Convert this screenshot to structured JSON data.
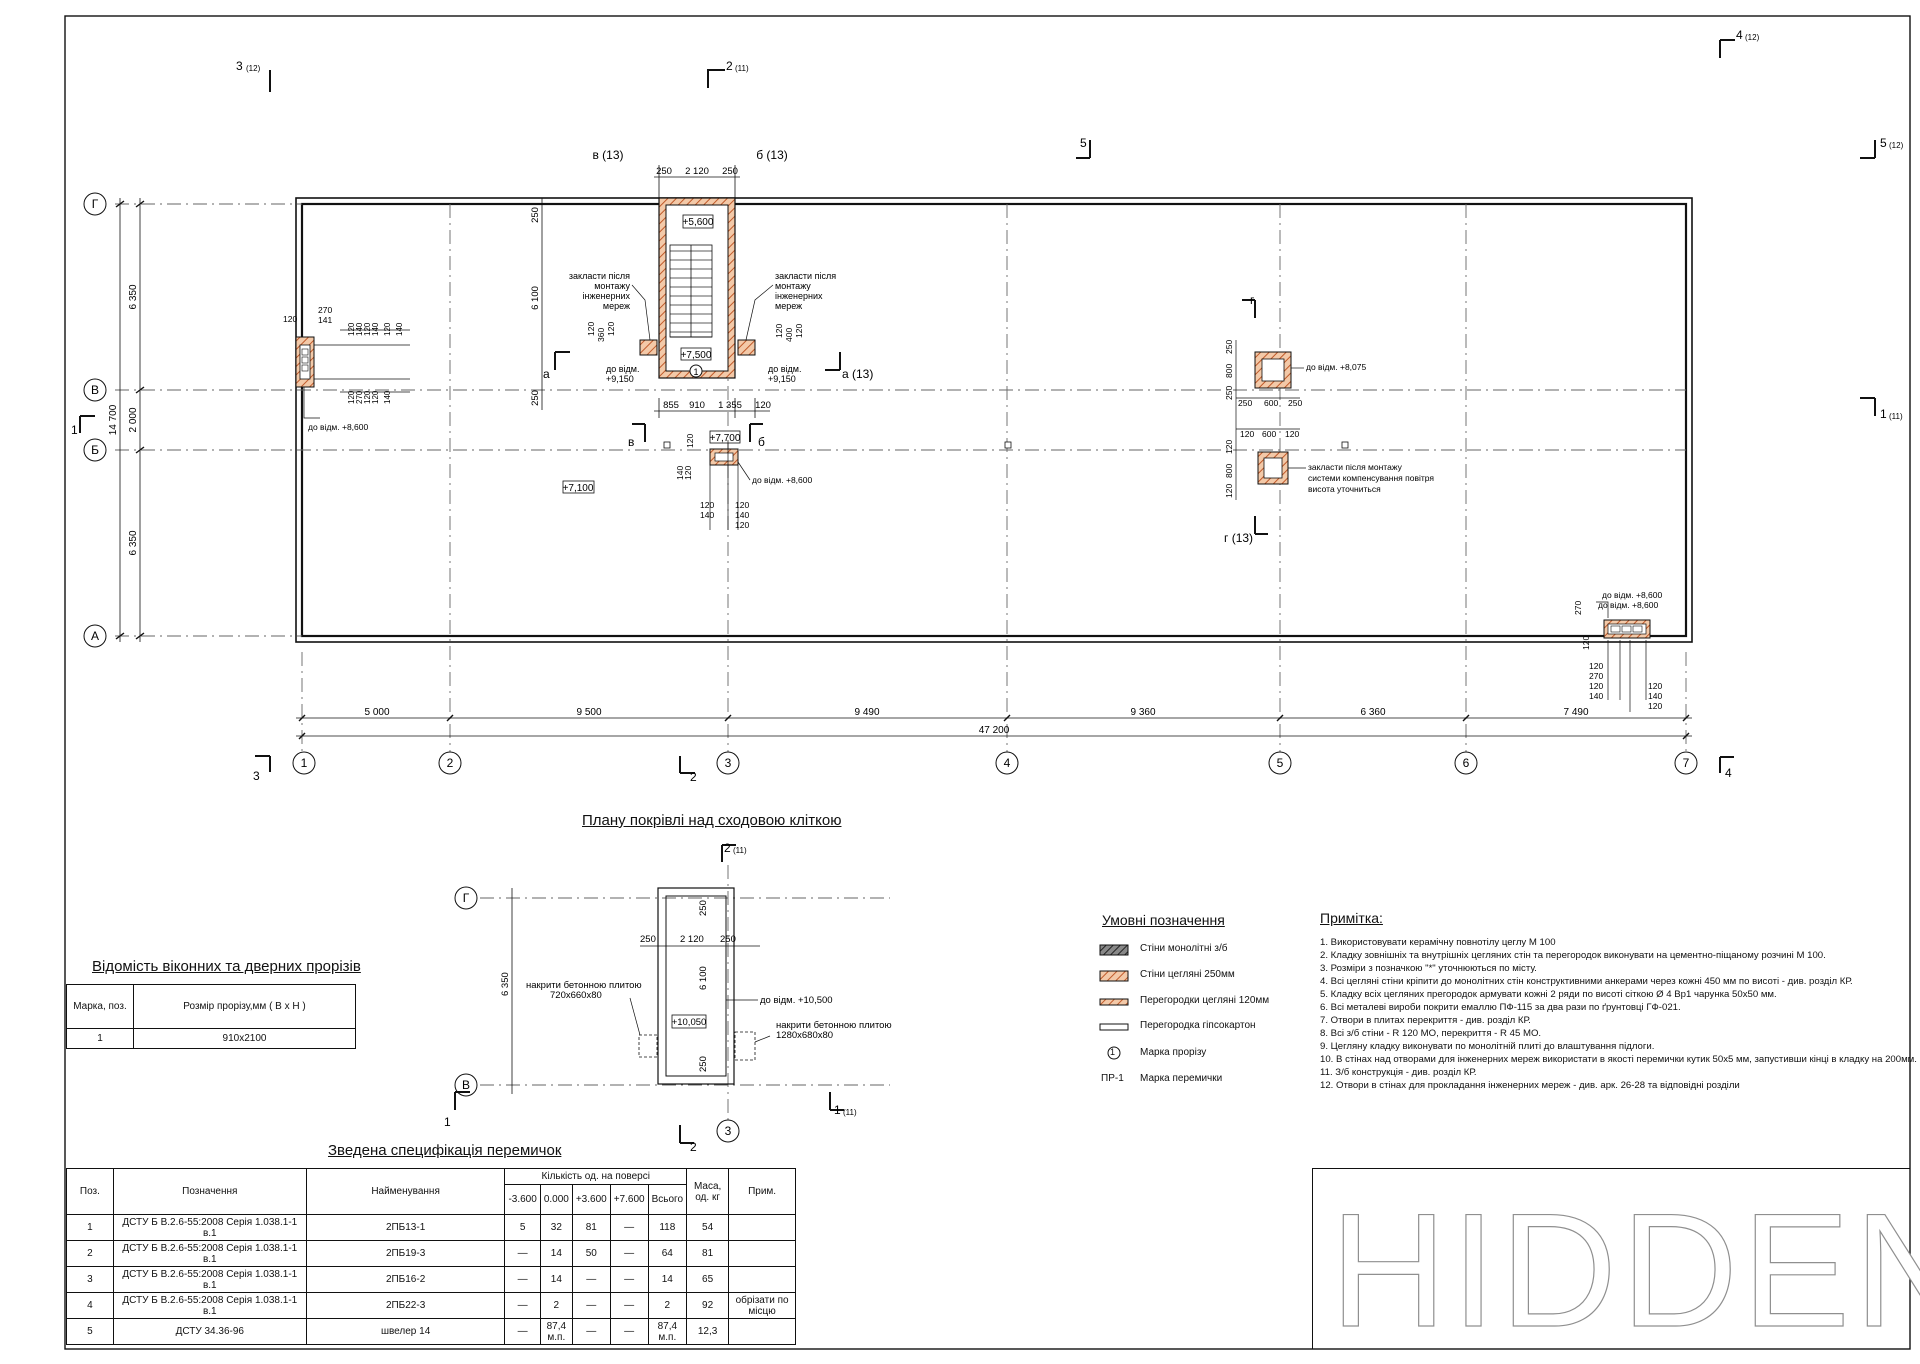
{
  "plan": {
    "grid_cols": [
      "1",
      "2",
      "3",
      "4",
      "5",
      "6",
      "7"
    ],
    "grid_rows": [
      "Г",
      "В",
      "Б",
      "А"
    ],
    "dims_bottom": [
      "5 000",
      "9 500",
      "9 490",
      "9 360",
      "6 360",
      "7 490"
    ],
    "dim_total": "47 200",
    "dims_left": [
      "6 350",
      "2 000",
      "6 350"
    ],
    "dim_left_total": "14 700",
    "section_marks": {
      "s3_top": "3",
      "s3_top_ref": "(12)",
      "s2_top": "2",
      "s2_top_ref": "(11)",
      "s4_top": "4",
      "s4_top_ref": "(12)",
      "s5_left": "5",
      "s5_right": "5",
      "s5_right_ref": "(12)",
      "s1_left": "1",
      "s1_right": "1",
      "s1_right_ref": "(11)",
      "s3_bot": "3",
      "s2_bot": "2",
      "s4_bot": "4"
    },
    "node_marks": {
      "v13": "в (13)",
      "b13": "б (13)",
      "a13": "а (13)",
      "g13": "г (13)",
      "a_small": "а",
      "v_small": "в",
      "b_small": "б",
      "g_small": "г"
    },
    "stair": {
      "dims_top": [
        "250",
        "2 120",
        "250"
      ],
      "dim_left_top": "250",
      "dim_left_mid": "6 100",
      "dim_left_bot": "250",
      "level_top": "+5,600",
      "level_mid": "+7,500",
      "mark": "1",
      "note_left": [
        "закласти після",
        "монтажу",
        "інженерних",
        "мереж"
      ],
      "note_right": [
        "закласти після",
        "монтажу",
        "інженерних",
        "мереж"
      ],
      "level_left": [
        "до відм.",
        "+9,150"
      ],
      "level_right": [
        "до відм.",
        "+9,150"
      ],
      "dims_bottom": [
        "855",
        "910",
        "1 355",
        "120"
      ],
      "left_small_dims": [
        "120",
        "360",
        "120"
      ],
      "right_small_dims": [
        "120",
        "400",
        "120"
      ]
    },
    "levels": {
      "roof": "+7,100",
      "stair_below": "+7,700",
      "vent_left": "до відм. +8,600",
      "vent_mid": "до відм. +8,600",
      "vent_right": "до відм. +8,600",
      "shaft_top": "до відм. +8,075"
    },
    "vent_left_dims": {
      "top": [
        "270",
        "141"
      ],
      "left": "120",
      "stack_top": [
        "120",
        "140",
        "120",
        "140",
        "120",
        "140"
      ],
      "stack_bot": [
        "120",
        "270",
        "120",
        "120",
        "140"
      ]
    },
    "vent_mid_dims": {
      "left": [
        "140",
        "120"
      ],
      "side": "120",
      "bottom": [
        "120",
        "120",
        "140",
        "140",
        "120"
      ]
    },
    "vent_right_dims": {
      "left": [
        "270",
        "120"
      ],
      "stack": [
        "120",
        "270",
        "120",
        "140"
      ],
      "stack2": [
        "120",
        "140",
        "120"
      ]
    },
    "shafts": {
      "dims_top": [
        "250",
        "800",
        "250"
      ],
      "dims_mid": [
        "250",
        "600",
        "250"
      ],
      "dims_mid2": [
        "120",
        "600",
        "120"
      ],
      "dims_bot": [
        "120",
        "800",
        "120"
      ],
      "note": [
        "закласти після монтажу",
        "системи компенсування повітря",
        "висота уточниться"
      ]
    }
  },
  "roof_plan": {
    "title": "Плану покрівлі над сходовою кліткою",
    "rows": [
      "Г",
      "В"
    ],
    "col": "3",
    "section_top": "2",
    "section_top_ref": "(11)",
    "section_left": "1",
    "section_right": "1",
    "section_right_ref": "(11)",
    "section_bot": "2",
    "dims_top": [
      "250",
      "2 120",
      "250"
    ],
    "dim_left": "6 350",
    "dim_mid": "6 100",
    "dim_top_v": "250",
    "dim_bot_v": "250",
    "level": "+10,050",
    "level_label": "до відм. +10,500",
    "note_left": [
      "накрити бетонною плитою",
      "720х660х80"
    ],
    "note_right": [
      "накрити бетонною плитою",
      "1280х680х80"
    ]
  },
  "openings": {
    "title": "Відомість віконних та дверних прорізів",
    "headers": [
      "Марка, поз.",
      "Розмір прорізу,мм ( В х Н )"
    ],
    "rows": [
      [
        "1",
        "910х2100"
      ]
    ]
  },
  "lintels": {
    "title": "Зведена специфікація перемичок",
    "headers": {
      "pos": "Поз.",
      "designation": "Позначення",
      "name": "Найменування",
      "qty": "Кількість од. на поверсі",
      "floors": [
        "-3.600",
        "0.000",
        "+3.600",
        "+7.600",
        "Всього"
      ],
      "mass": "Маса, од. кг",
      "note": "Прим."
    },
    "rows": [
      [
        "1",
        "ДСТУ Б В.2.6-55:2008 Серія 1.038.1-1 в.1",
        "2ПБ13-1",
        "5",
        "32",
        "81",
        "—",
        "118",
        "54",
        ""
      ],
      [
        "2",
        "ДСТУ Б В.2.6-55:2008 Серія 1.038.1-1 в.1",
        "2ПБ19-3",
        "—",
        "14",
        "50",
        "—",
        "64",
        "81",
        ""
      ],
      [
        "3",
        "ДСТУ Б В.2.6-55:2008 Серія 1.038.1-1 в.1",
        "2ПБ16-2",
        "—",
        "14",
        "—",
        "—",
        "14",
        "65",
        ""
      ],
      [
        "4",
        "ДСТУ Б В.2.6-55:2008 Серія 1.038.1-1 в.1",
        "2ПБ22-3",
        "—",
        "2",
        "—",
        "—",
        "2",
        "92",
        "обрізати по місцю"
      ],
      [
        "5",
        "ДСТУ 34.36-96",
        "швелер 14",
        "—",
        "87,4 м.п.",
        "—",
        "—",
        "87,4 м.п.",
        "12,3",
        ""
      ]
    ]
  },
  "legend": {
    "title": "Умовні позначення",
    "items": [
      {
        "symbol": "hatch-dark",
        "label": "Стіни монолітні з/б"
      },
      {
        "symbol": "hatch-brick",
        "label": "Стіни цегляні 250мм"
      },
      {
        "symbol": "hatch-brick-thin",
        "label": "Перегородки цегляні 120мм"
      },
      {
        "symbol": "outline",
        "label": "Перегородка гіпсокартон"
      },
      {
        "symbol": "circle-1",
        "symbol_text": "1",
        "label": "Марка прорізу"
      },
      {
        "symbol": "text",
        "symbol_text": "ПР-1",
        "label": "Марка перемички"
      }
    ]
  },
  "notes": {
    "title": "Примітка:",
    "items": [
      "1. Використовувати керамічну повнотілу цеглу М 100",
      "2. Кладку зовнішніх та внутрішніх цегляних стін та перегородок виконувати на цементно-піщаному розчині М 100.",
      "3. Розміри з позначкою \"*\" уточнюються по місту.",
      "4. Всі цегляні стіни кріпити до монолітних стін конструктивними анкерами через кожні 450 мм по висоті - див. розділ КР.",
      "5. Кладку всіх цегляних прегородок армувати кожні 2 ряди по висоті сіткою Ø 4 Вр1 чарунка 50х50 мм.",
      "6. Всі металеві вироби покрити емаллю ПФ-115 за два рази по ґрунтовці ГФ-021.",
      "7. Отвори в плитах перекриття - див. розділ КР.",
      "8. Всі з/б стіни - R 120 МО, перекриття - R 45 МО.",
      "9. Цегляну кладку виконувати по монолітній плиті до влаштування підлоги.",
      "10. В стінах над отворами для інженерних мереж використати в якості перемички кутик 50х5 мм, запустивши кінці в кладку на 200мм.",
      "11. З/б конструкція - див. розділ КР.",
      "12. Отвори в стінах для прокладання інженерних мереж - див. арк. 26-28 та відповідні розділи"
    ]
  },
  "stamp": {
    "text": "HIDDEN"
  },
  "colors": {
    "line": "#111111",
    "brick": "#d9733f",
    "axis": "#555555"
  }
}
